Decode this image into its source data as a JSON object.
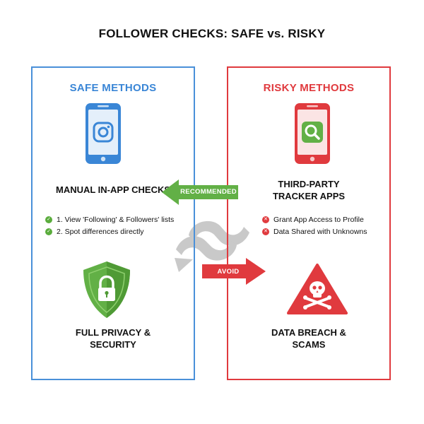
{
  "title": "FOLLOWER CHECKS: SAFE vs. RISKY",
  "safe": {
    "title": "SAFE METHODS",
    "method": "MANUAL IN-APP CHECKS",
    "steps": [
      "1. View 'Following' & Followers' lists",
      "2. Spot differences directly"
    ],
    "outcome_line1": "FULL PRIVACY &",
    "outcome_line2": "SECURITY"
  },
  "risky": {
    "title": "RISKY METHODS",
    "method_line1": "THIRD-PARTY",
    "method_line2": "TRACKER APPS",
    "risks": [
      "Grant App Access to Profile",
      "Data Shared with Unknowns"
    ],
    "outcome_line1": "DATA BREACH &",
    "outcome_line2": "SCAMS"
  },
  "arrows": {
    "recommended": "RECOMMENDED",
    "avoid": "AVOID"
  },
  "icons": {
    "safe_phone": "instagram-phone-icon",
    "risky_phone": "search-app-phone-icon",
    "shield": "shield-lock-icon",
    "warning": "skull-warning-icon",
    "swap": "swap-arrows-icon"
  },
  "colors": {
    "safe_blue": "#4a90d9",
    "risky_red": "#e03a3e",
    "recommended_green": "#62b046",
    "check_green": "#5aac3c"
  }
}
